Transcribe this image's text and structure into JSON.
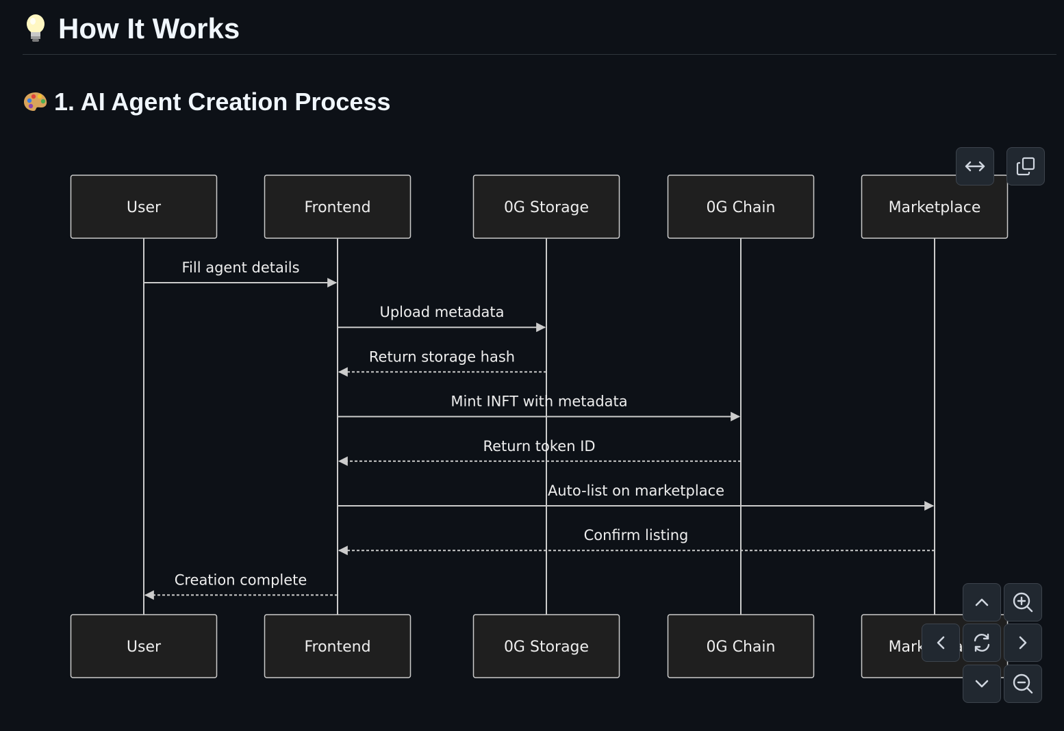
{
  "heading": {
    "icon": "lightbulb-icon",
    "title": "How It Works"
  },
  "section": {
    "icon": "palette-icon",
    "title": "1. AI Agent Creation Process"
  },
  "diagram": {
    "participants": [
      "User",
      "Frontend",
      "0G Storage",
      "0G Chain",
      "Marketplace"
    ],
    "messages": [
      {
        "from": 0,
        "to": 1,
        "label": "Fill agent details",
        "style": "solid"
      },
      {
        "from": 1,
        "to": 2,
        "label": "Upload metadata",
        "style": "solid"
      },
      {
        "from": 2,
        "to": 1,
        "label": "Return storage hash",
        "style": "dashed"
      },
      {
        "from": 1,
        "to": 3,
        "label": "Mint INFT with metadata",
        "style": "solid"
      },
      {
        "from": 3,
        "to": 1,
        "label": "Return token ID",
        "style": "dashed"
      },
      {
        "from": 1,
        "to": 4,
        "label": "Auto-list on marketplace",
        "style": "solid"
      },
      {
        "from": 4,
        "to": 1,
        "label": "Confirm listing",
        "style": "dashed"
      },
      {
        "from": 1,
        "to": 0,
        "label": "Creation complete",
        "style": "dashed"
      }
    ]
  },
  "controls": {
    "fullscreen_icon": "expand-horizontal-icon",
    "copy_icon": "copy-icon",
    "pan_up_icon": "chevron-up-icon",
    "pan_down_icon": "chevron-down-icon",
    "pan_left_icon": "chevron-left-icon",
    "pan_right_icon": "chevron-right-icon",
    "reset_icon": "reset-icon",
    "zoom_in_icon": "zoom-in-icon",
    "zoom_out_icon": "zoom-out-icon"
  },
  "colors": {
    "background": "#0d1117",
    "box_fill": "#1f1f1f",
    "box_stroke": "#cccccc",
    "line": "#cccccc",
    "text": "#eeeeee",
    "control_bg": "#212830"
  }
}
